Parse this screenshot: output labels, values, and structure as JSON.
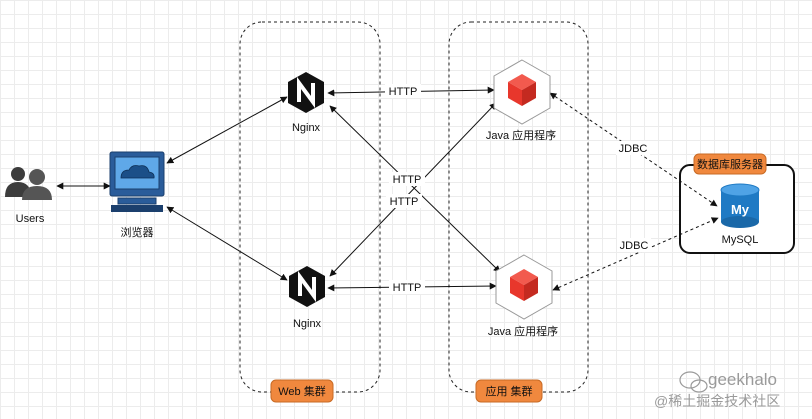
{
  "nodes": {
    "users": "Users",
    "browser": "浏览器",
    "nginx_top": "Nginx",
    "nginx_bottom": "Nginx",
    "java_top": "Java 应用程序",
    "java_bottom": "Java 应用程序",
    "mysql": "MySQL",
    "mysql_logo_text": "My"
  },
  "clusters": {
    "web": "Web 集群",
    "app": "应用 集群",
    "db": "数据库服务器"
  },
  "edges": {
    "http_top": "HTTP",
    "http_cross_1": "HTTP",
    "http_cross_2": "HTTP",
    "http_bottom": "HTTP",
    "jdbc_top": "JDBC",
    "jdbc_bottom": "JDBC"
  },
  "watermark": {
    "handle": "geekhalo",
    "community": "@稀土掘金技术社区"
  },
  "colors": {
    "cluster_tag": "#f0883e",
    "cube": "#e8372c",
    "nginx": "#111111",
    "mysql": "#1f7ac4",
    "browser": "#2a5c9a"
  }
}
